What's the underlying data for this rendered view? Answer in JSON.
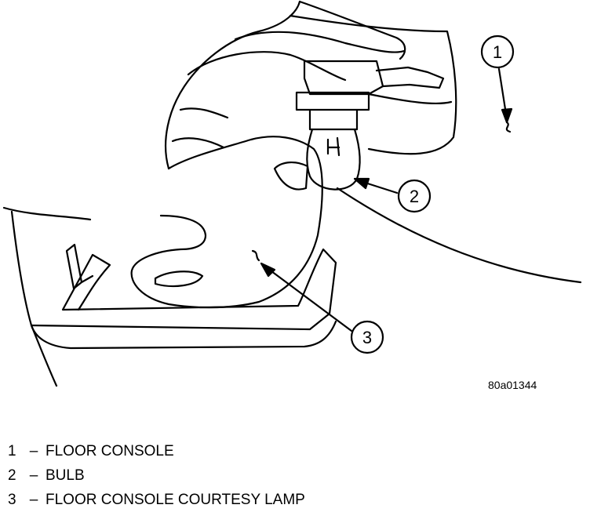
{
  "callouts": [
    {
      "number": "1"
    },
    {
      "number": "2"
    },
    {
      "number": "3"
    }
  ],
  "reference_code": "80a01344",
  "legend": [
    {
      "number": "1",
      "dash": "–",
      "label": "FLOOR CONSOLE"
    },
    {
      "number": "2",
      "dash": "–",
      "label": "BULB"
    },
    {
      "number": "3",
      "dash": "–",
      "label": "FLOOR CONSOLE COURTESY LAMP"
    }
  ]
}
